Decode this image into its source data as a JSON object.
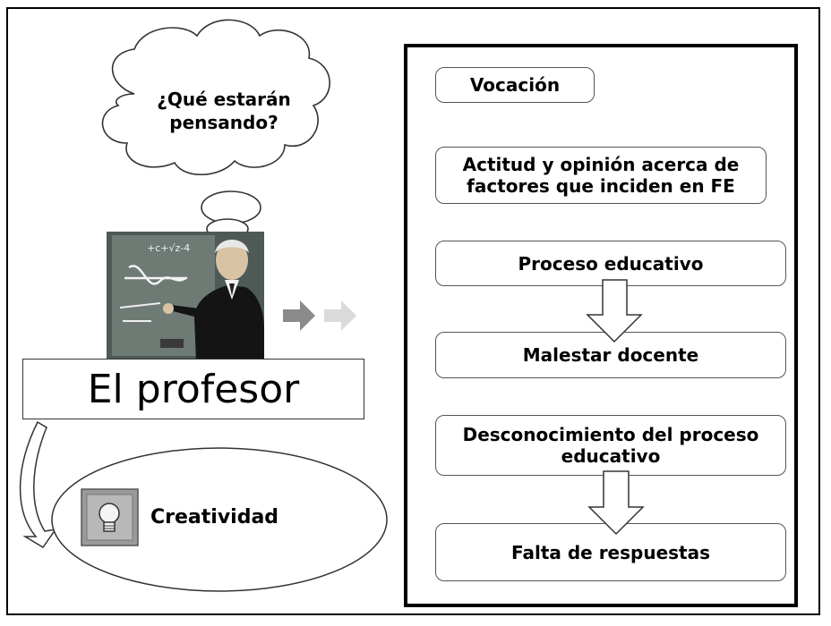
{
  "thought_bubble": {
    "text": "¿Qué estarán pensando?"
  },
  "teacher": {
    "label": "El profesor",
    "board_text": "+c+√z-4"
  },
  "creativity": {
    "label": "Creatividad"
  },
  "flow": {
    "items": [
      "Vocación",
      "Actitud y opinión acerca de factores que inciden en FE",
      "Proceso educativo",
      "Malestar docente",
      "Desconocimiento del proceso educativo",
      "Falta de respuestas"
    ]
  }
}
